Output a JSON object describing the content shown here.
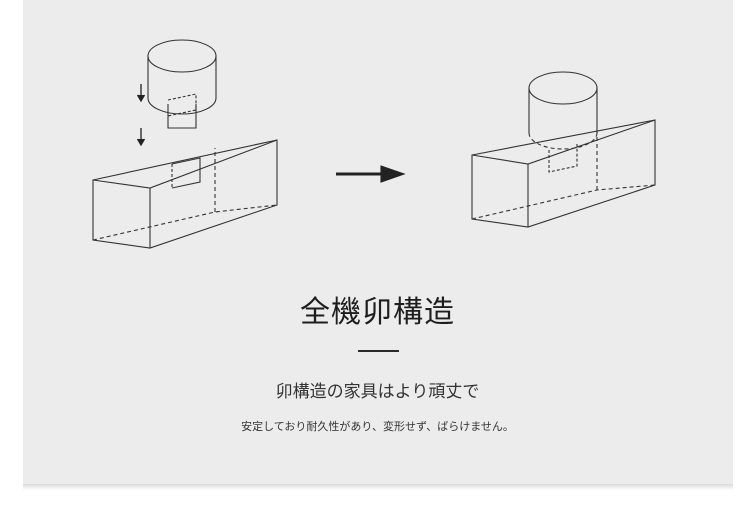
{
  "title": "全機卯構造",
  "subtitle": "卯構造の家具はより頑丈で",
  "caption": "安定しており耐久性があり、変形せず、ばらけません。",
  "colors": {
    "background": "#ececec",
    "line": "#333333",
    "arrow": "#222222"
  },
  "icons": [
    "down-arrow-icon",
    "right-arrow-icon"
  ]
}
